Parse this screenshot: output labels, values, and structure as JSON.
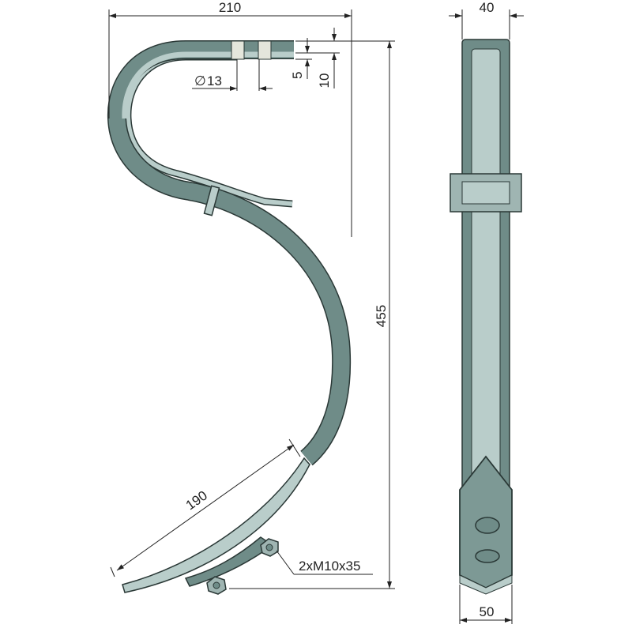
{
  "drawing": {
    "dimensions": {
      "overall_width": "210",
      "overall_height": "455",
      "hole_diameter": "13",
      "diameter_symbol": "∅",
      "thickness_5": "5",
      "thickness_10": "10",
      "blade_length": "190",
      "bolts": "2xM10x35",
      "front_width_top": "40",
      "front_width_bottom": "50"
    },
    "colors": {
      "steel_dark": "#6f8c88",
      "steel_light": "#b9cdca",
      "outline": "#2a3836",
      "white_marker": "#e4e6dc"
    }
  }
}
